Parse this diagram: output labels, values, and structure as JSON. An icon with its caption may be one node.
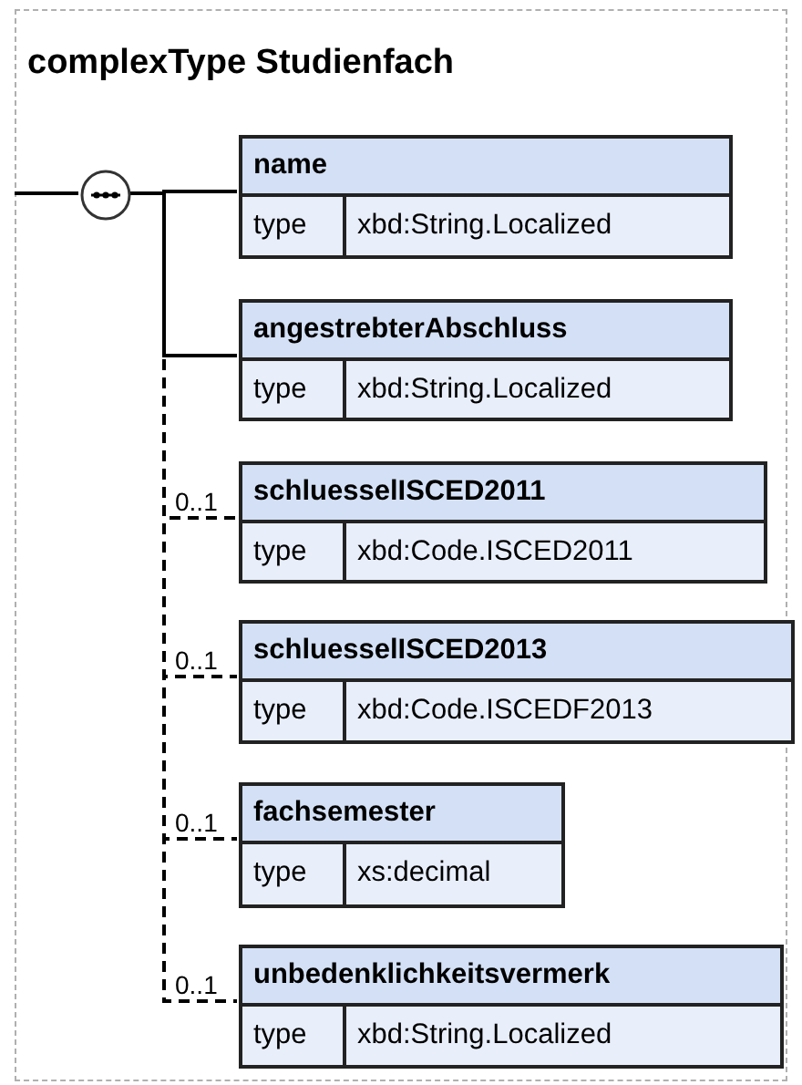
{
  "diagram": {
    "nodes": [
      {
        "text": [
          "complexType Studienfach"
        ]
      },
      {
        "text": [],
        "shape": "circle",
        "in": 0
      },
      {
        "text": [
          "name",
          "type",
          "xbd:String.Localized"
        ],
        "in": 0
      },
      {
        "text": [
          "angestrebterAbschluss",
          "type",
          "xbd:String.Localized"
        ],
        "in": 0
      },
      {
        "text": [
          "schluesselISCED2011",
          "type",
          "xbd:Code.ISCED2011"
        ],
        "in": 0,
        "beside": [
          "0..1"
        ]
      },
      {
        "text": [
          "schluesselISCED2013",
          "type",
          "xbd:Code.ISCEDF2013"
        ],
        "in": 0,
        "beside": [
          "0..1"
        ]
      },
      {
        "text": [
          "fachsemester",
          "type",
          "xs:decimal"
        ],
        "in": 0,
        "beside": [
          "0..1"
        ]
      },
      {
        "text": [
          "unbedenklichkeitsvermerk",
          "type",
          "xbd:String.Localized"
        ],
        "in": 0,
        "beside": [
          "0..1"
        ]
      }
    ],
    "edges": [
      {
        "from": 0,
        "to": 1,
        "arrow": "none"
      },
      {
        "from": 1,
        "to": 2,
        "arrow": "none"
      },
      {
        "from": 1,
        "to": 3,
        "arrow": "none"
      },
      {
        "from": 1,
        "to": 4,
        "arrow": "none",
        "style": "dashed"
      },
      {
        "from": 1,
        "to": 5,
        "arrow": "none",
        "style": "dashed"
      },
      {
        "from": 1,
        "to": 6,
        "arrow": "none",
        "style": "dashed"
      },
      {
        "from": 1,
        "to": 7,
        "arrow": "none",
        "style": "dashed"
      }
    ]
  }
}
